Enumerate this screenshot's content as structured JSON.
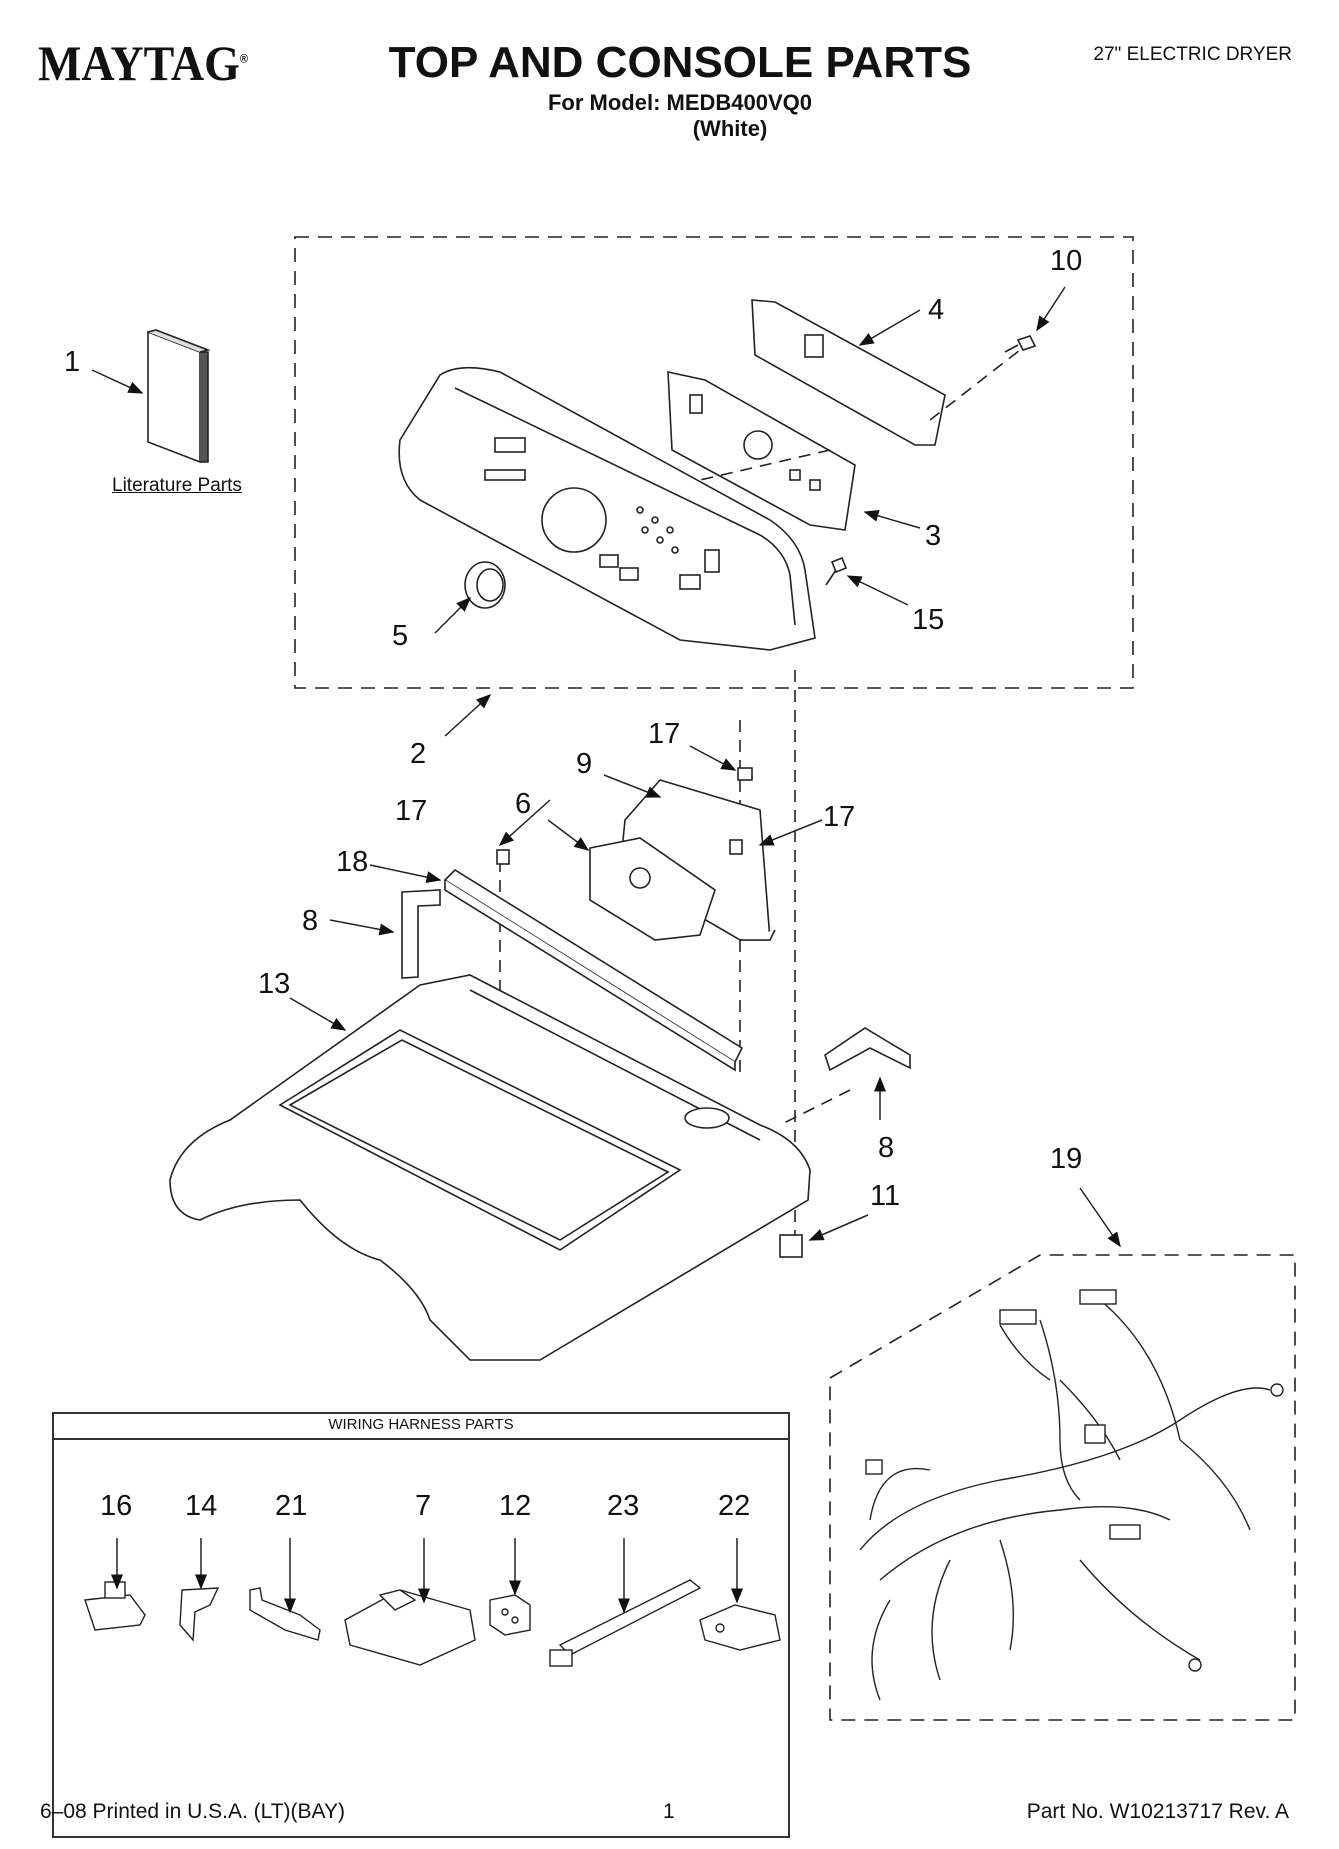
{
  "header": {
    "brand": "MAYTAG",
    "brand_mark": "®",
    "title": "TOP AND CONSOLE PARTS",
    "model_line": "For Model: MEDB400VQ0",
    "color_line": "(White)",
    "product": "27\" ELECTRIC DRYER"
  },
  "labels": {
    "literature": "Literature Parts",
    "wiring_harness_parts": "WIRING HARNESS PARTS"
  },
  "callouts": {
    "c1": "1",
    "c2": "2",
    "c3": "3",
    "c4": "4",
    "c5": "5",
    "c6": "6",
    "c8a": "8",
    "c8b": "8",
    "c9": "9",
    "c10": "10",
    "c11": "11",
    "c13": "13",
    "c15": "15",
    "c17a": "17",
    "c17b": "17",
    "c17c": "17",
    "c18": "18",
    "c19": "19"
  },
  "harness_parts": [
    "16",
    "14",
    "21",
    "7",
    "12",
    "23",
    "22"
  ],
  "footer": {
    "printed": "6–08 Printed in U.S.A. (LT)(BAY)",
    "page": "1",
    "part_no": "Part No. W10213717 Rev. A"
  }
}
